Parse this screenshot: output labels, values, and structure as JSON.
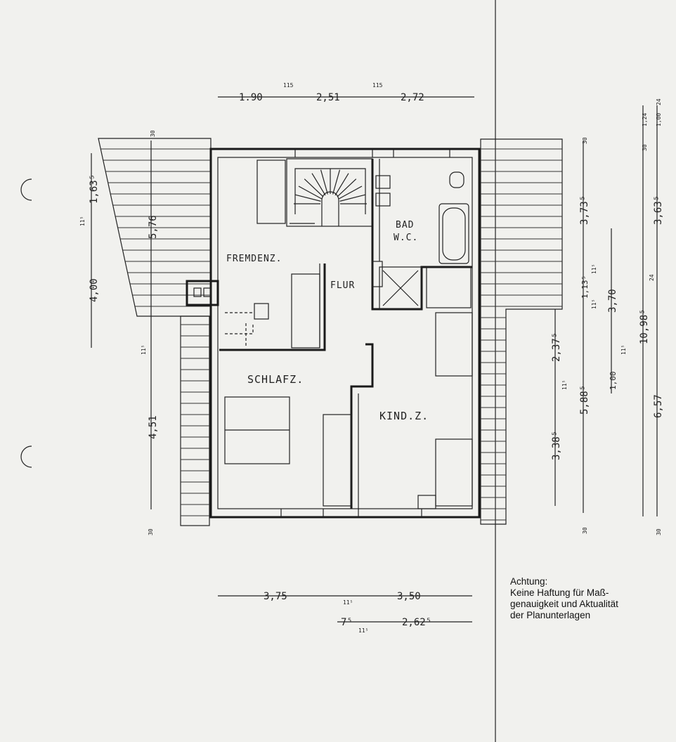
{
  "plan": {
    "rooms": {
      "guest_room": "FREMDENZ.",
      "hall": "FLUR",
      "bath_line1": "BAD",
      "bath_line2": "W.C.",
      "bedroom": "SCHLAFZ.",
      "kids_room": "KIND.Z."
    },
    "dimensions": {
      "top": [
        "1.90",
        "115",
        "2,51",
        "115",
        "2,72"
      ],
      "left": [
        "30",
        "1,63⁵",
        "11⁵",
        "5,76",
        "4,00",
        "11⁵",
        "4,51",
        "30"
      ],
      "bottom_row1": [
        "3,75",
        "11⁵",
        "3,50"
      ],
      "bottom_row2": [
        "7⁵",
        "11⁵",
        "2,62⁵"
      ],
      "right_inner": [
        "30",
        "3,73⁵",
        "11⁵",
        "1,13⁵",
        "11⁵",
        "2,37⁵",
        "11⁵",
        "3,38⁵",
        "5,88⁵",
        "30"
      ],
      "right_middle": [
        "3,70",
        "11⁵",
        "1,00"
      ],
      "right_outer": [
        "1,24",
        "30",
        "1,00",
        "24",
        "3,63⁵",
        "24",
        "10,98⁵",
        "6,57",
        "30"
      ]
    }
  },
  "note": {
    "title": "Achtung:",
    "line1": "Keine Haftung für Maß-",
    "line2": "genauigkeit und Aktualität",
    "line3": "der Planunterlagen"
  }
}
